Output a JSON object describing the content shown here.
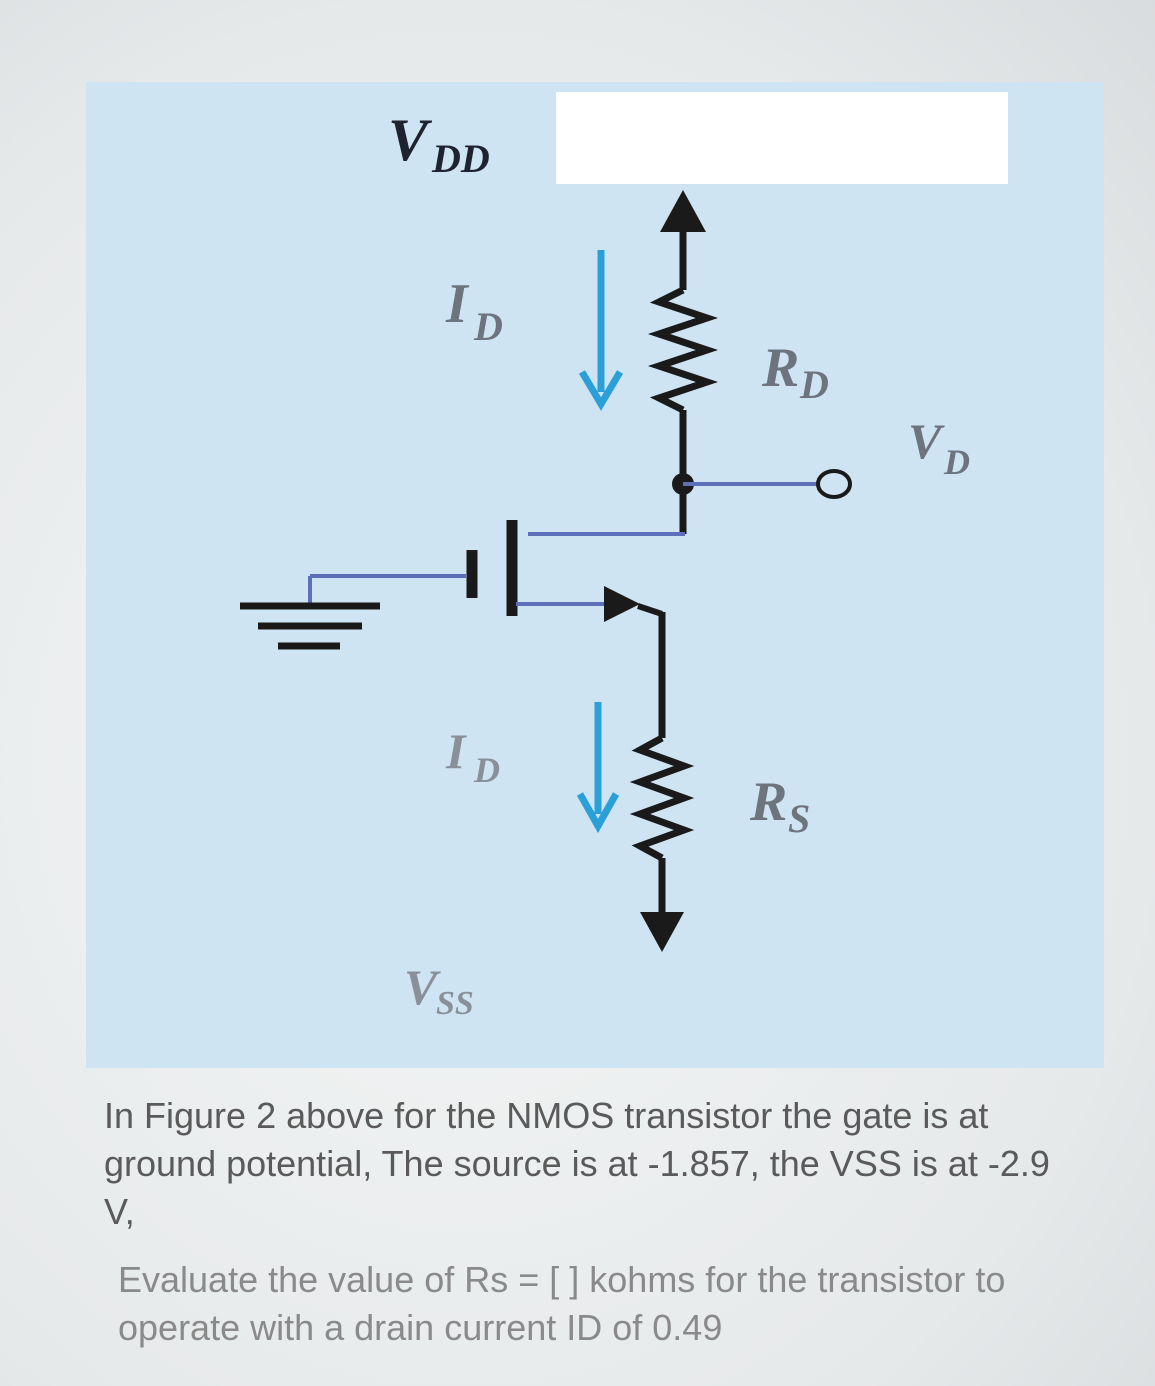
{
  "figure": {
    "labels": {
      "vdd": "V",
      "vdd_sub": "DD",
      "id_top": "I",
      "id_top_sub": "D",
      "rd": "R",
      "rd_sub": "D",
      "vd": "V",
      "vd_sub": "D",
      "id_bottom": "I",
      "id_bottom_sub": "D",
      "rs": "R",
      "rs_sub": "S",
      "vss": "V",
      "vss_sub": "SS"
    },
    "colors": {
      "background": "#cfe4f2",
      "wire": "#1a1a1a",
      "current_arrow": "#2a9fd8",
      "text_dark": "#1f2330",
      "text_light": "#6d747e"
    }
  },
  "question": {
    "line1": "In Figure 2 above for the NMOS transistor the gate is at ground potential, The source is at -1.857, the VSS is at -2.9 V,",
    "line2": "Evaluate the value of Rs = [  ] kohms for the transistor to operate with a drain current ID of 0.49"
  }
}
